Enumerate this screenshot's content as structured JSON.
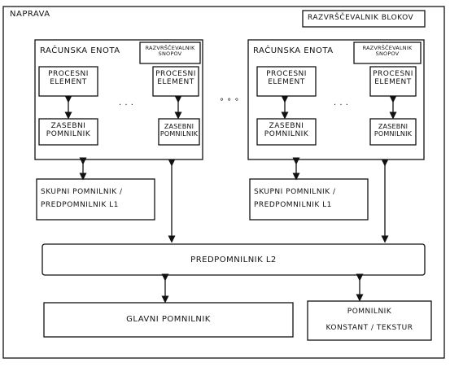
{
  "device": {
    "title": "NAPRAVA"
  },
  "block_scheduler": {
    "label": "RAZVRŠČEVALNIK BLOKOV"
  },
  "compute_units": [
    {
      "title": "RAČUNSKA ENOTA",
      "warp_scheduler": "RAZVRŠČEVALNIK SNOPOV",
      "processing_elements": [
        "PROCESNI ELEMENT",
        "PROCESNI ELEMENT"
      ],
      "private_memories": [
        "ZASEBNI POMNILNIK",
        "ZASEBNI POMNILNIK"
      ],
      "ellipsis": "· · ·",
      "shared_memory": "SKUPNI POMNILNIK / PREDPOMNILNIK L1"
    },
    {
      "title": "RAČUNSKA ENOTA",
      "warp_scheduler": "RAZVRŠČEVALNIK SNOPOV",
      "processing_elements": [
        "PROCESNI ELEMENT",
        "PROCESNI ELEMENT"
      ],
      "private_memories": [
        "ZASEBNI POMNILNIK",
        "ZASEBNI POMNILNIK"
      ],
      "ellipsis": "· · ·",
      "shared_memory": "SKUPNI POMNILNIK / PREDPOMNILNIK L1"
    }
  ],
  "between_units_ellipsis": "° ° °",
  "l2_cache": {
    "label": "PREDPOMNILNIK L2"
  },
  "global_memory": {
    "label": "GLAVNI POMNILNIK"
  },
  "constant_memory": {
    "line1": "POMNILNIK",
    "line2": "KONSTANT / TEKSTUR"
  }
}
